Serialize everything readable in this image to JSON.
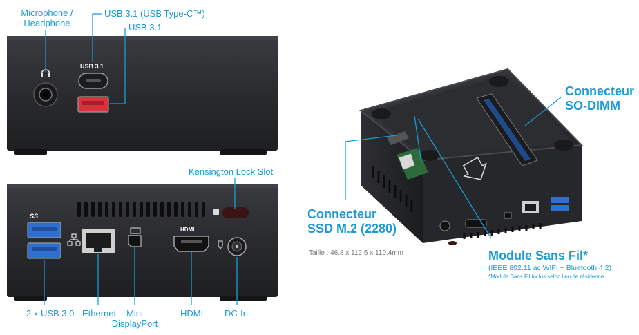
{
  "front": {
    "mic_label_line1": "Microphone /",
    "mic_label_line2": "Headphone",
    "usbc_label": "USB 3.1 (USB Type-C™)",
    "usb31_label": "USB 3.1",
    "usb31_port_text": "USB 3.1"
  },
  "rear": {
    "kensington_label": "Kensington Lock Slot",
    "usb30_label": "2 x USB 3.0",
    "ethernet_label": "Ethernet",
    "mini_dp_line1": "Mini",
    "mini_dp_line2": "DisplayPort",
    "hdmi_label": "HDMI",
    "dcin_label": "DC-In",
    "hdmi_port_text": "HDMI",
    "ss_text": "SS"
  },
  "iso": {
    "sodimm_line1": "Connecteur",
    "sodimm_line2": "SO-DIMM",
    "ssd_line1": "Connecteur",
    "ssd_line2": "SSD M.2 (2280)",
    "dimensions": "Taille : 46.8 x 112.6 x 119.4mm",
    "wifi_title": "Module Sans Fil*",
    "wifi_sub": "(IEEE 802.11 ac WIFI + Bluetooth 4.2)",
    "wifi_note": "*Module Sans Fil inclus selon lieu de résidence",
    "this_way_up": "THIS WAY UP"
  },
  "colors": {
    "accent": "#1a9bd7",
    "usb_red": "#e0303a",
    "usb_blue": "#3a7ad8",
    "chassis": "#2b2c2f"
  }
}
